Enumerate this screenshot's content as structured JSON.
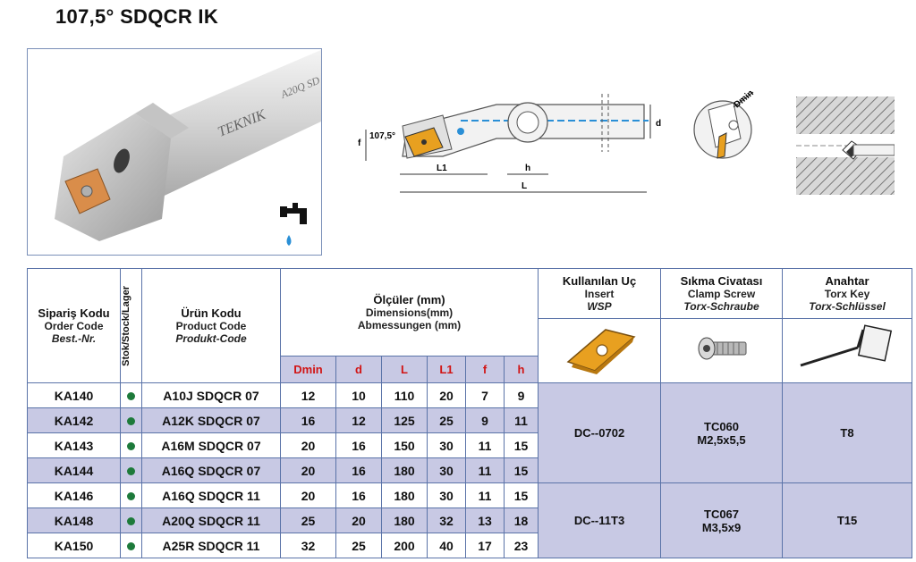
{
  "title": "107,5° SDQCR IK",
  "photo": {
    "brand": "TEKNIK",
    "code": "A20Q SD",
    "icon": "coolant-tap-icon"
  },
  "diagram": {
    "angle": "107,5°",
    "f": "f",
    "d": "d",
    "L1": "L1",
    "h": "h",
    "L": "L",
    "dmin": "Dmin"
  },
  "table": {
    "headers": {
      "order": {
        "tr": "Sipariş Kodu",
        "en": "Order Code",
        "de": "Best.-Nr."
      },
      "stock": {
        "tr": "Stok",
        "rest": "/Stock/Lager"
      },
      "product": {
        "tr": "Ürün Kodu",
        "en": "Product Code",
        "de": "Produkt-Code"
      },
      "dims": {
        "tr": "Ölçüler (mm)",
        "en": "Dimensions(mm)",
        "de": "Abmessungen (mm)"
      },
      "insert": {
        "tr": "Kullanılan Uç",
        "en": "Insert",
        "de": "WSP"
      },
      "screw": {
        "tr": "Sıkma Civatası",
        "en": "Clamp Screw",
        "de": "Torx-Schraube"
      },
      "key": {
        "tr": "Anahtar",
        "en": "Torx Key",
        "de": "Torx-Schlüssel"
      }
    },
    "dim_cols": [
      "Dmin",
      "d",
      "L",
      "L1",
      "f",
      "h"
    ],
    "rows": [
      {
        "code": "KA140",
        "product": "A10J SDQCR 07",
        "dims": [
          "12",
          "10",
          "110",
          "20",
          "7",
          "9"
        ]
      },
      {
        "code": "KA142",
        "product": "A12K SDQCR 07",
        "dims": [
          "16",
          "12",
          "125",
          "25",
          "9",
          "11"
        ]
      },
      {
        "code": "KA143",
        "product": "A16M SDQCR 07",
        "dims": [
          "20",
          "16",
          "150",
          "30",
          "11",
          "15"
        ]
      },
      {
        "code": "KA144",
        "product": "A16Q SDQCR 07",
        "dims": [
          "20",
          "16",
          "180",
          "30",
          "11",
          "15"
        ]
      },
      {
        "code": "KA146",
        "product": "A16Q SDQCR 11",
        "dims": [
          "20",
          "16",
          "180",
          "30",
          "11",
          "15"
        ]
      },
      {
        "code": "KA148",
        "product": "A20Q SDQCR 11",
        "dims": [
          "25",
          "20",
          "180",
          "32",
          "13",
          "18"
        ]
      },
      {
        "code": "KA150",
        "product": "A25R SDQCR 11",
        "dims": [
          "32",
          "25",
          "200",
          "40",
          "17",
          "23"
        ]
      }
    ],
    "groups": [
      {
        "insert": "DC--0702",
        "screw1": "TC060",
        "screw2": "M2,5x5,5",
        "key": "T8"
      },
      {
        "insert": "DC--11T3",
        "screw1": "TC067",
        "screw2": "M3,5x9",
        "key": "T15"
      }
    ],
    "stock_color": "#1d7a3a",
    "shade_color": "#c8c9e4",
    "dim_header_color": "#d11414"
  }
}
